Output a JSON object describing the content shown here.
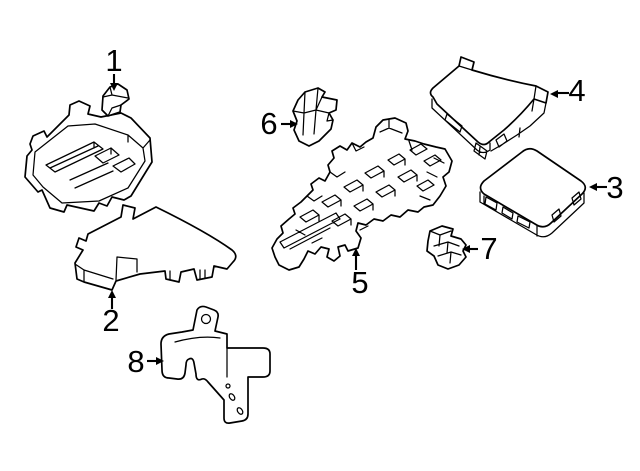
{
  "diagram": {
    "title": "fuse-and-relay-box-parts-diagram",
    "background_color": "#ffffff",
    "line_color": "#000000",
    "label_color": "#000000",
    "callouts": [
      {
        "label": "1",
        "arrow_direction": "down"
      },
      {
        "label": "2",
        "arrow_direction": "up"
      },
      {
        "label": "3",
        "arrow_direction": "left"
      },
      {
        "label": "4",
        "arrow_direction": "left"
      },
      {
        "label": "5",
        "arrow_direction": "up"
      },
      {
        "label": "6",
        "arrow_direction": "right"
      },
      {
        "label": "7",
        "arrow_direction": "left"
      },
      {
        "label": "8",
        "arrow_direction": "right"
      }
    ]
  }
}
